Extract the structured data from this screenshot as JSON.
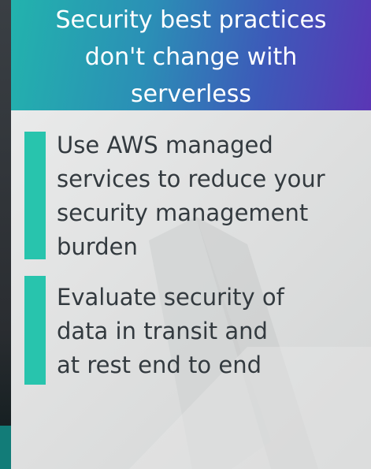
{
  "header": {
    "title_lines": [
      "Security best practices",
      "don't change with",
      "serverless"
    ]
  },
  "bullets": [
    {
      "lines": [
        "Use AWS managed",
        "services to reduce your",
        "security management",
        "burden"
      ]
    },
    {
      "lines": [
        "Evaluate security of",
        "data in transit and",
        "at rest end to end"
      ]
    }
  ],
  "colors": {
    "header_gradient_start": "#22b3ad",
    "header_gradient_end": "#5a36b5",
    "bullet_bar": "#28c4ad",
    "body_text": "#333a3f",
    "panel_background": "#e0e1e1"
  }
}
